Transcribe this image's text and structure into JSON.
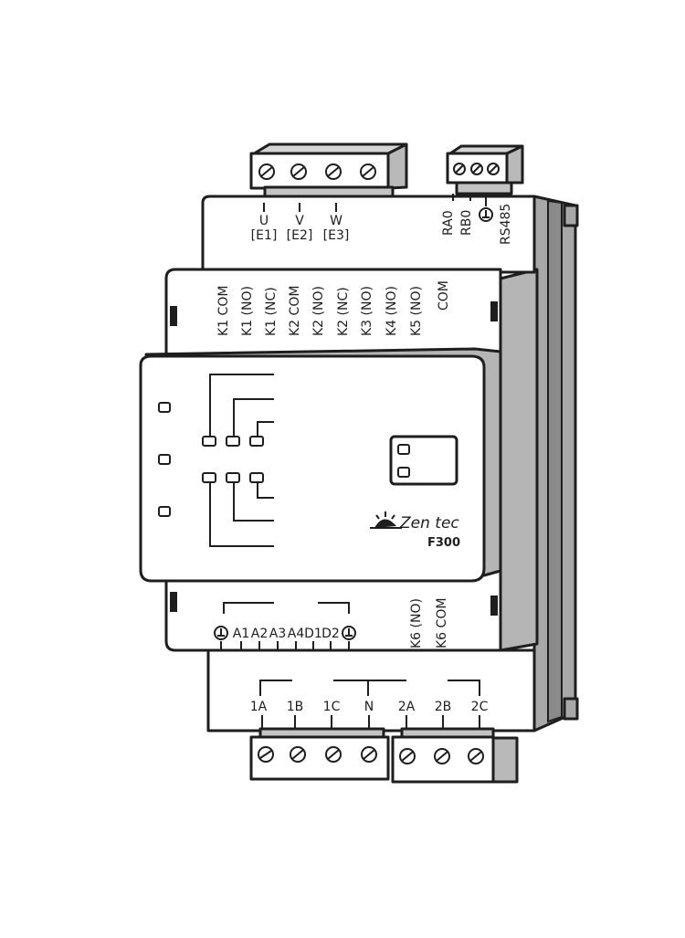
{
  "top_left_terminals": [
    "U",
    "V",
    "W"
  ],
  "top_left_sublabels": [
    "[E1]",
    "[E2]",
    "[E3]"
  ],
  "top_right_labels": [
    "RA0",
    "RB0",
    "RS485"
  ],
  "relay_labels": [
    "K1 COM",
    "K1 (NO)",
    "K1 (NC)",
    "K2 COM",
    "K2 (NO)",
    "K2 (NC)",
    "K3 (NO)",
    "K4 (NO)",
    "K5 (NO)",
    "COM"
  ],
  "input_labels": [
    "A1",
    "A2",
    "A3",
    "A4",
    "D1",
    "D2"
  ],
  "k6_labels": [
    "K6 (NO)",
    "K6 COM"
  ],
  "bottom_labels": [
    "1A",
    "1B",
    "1C",
    "N",
    "2A",
    "2B",
    "2C"
  ],
  "brand": "Zen tec",
  "model": "F300",
  "colors": {
    "body": "#ffffff",
    "side": "#a8a8a8",
    "side_dark": "#8a8a8a",
    "terminal": "#d4d4d4",
    "line": "#1e1e1e"
  }
}
